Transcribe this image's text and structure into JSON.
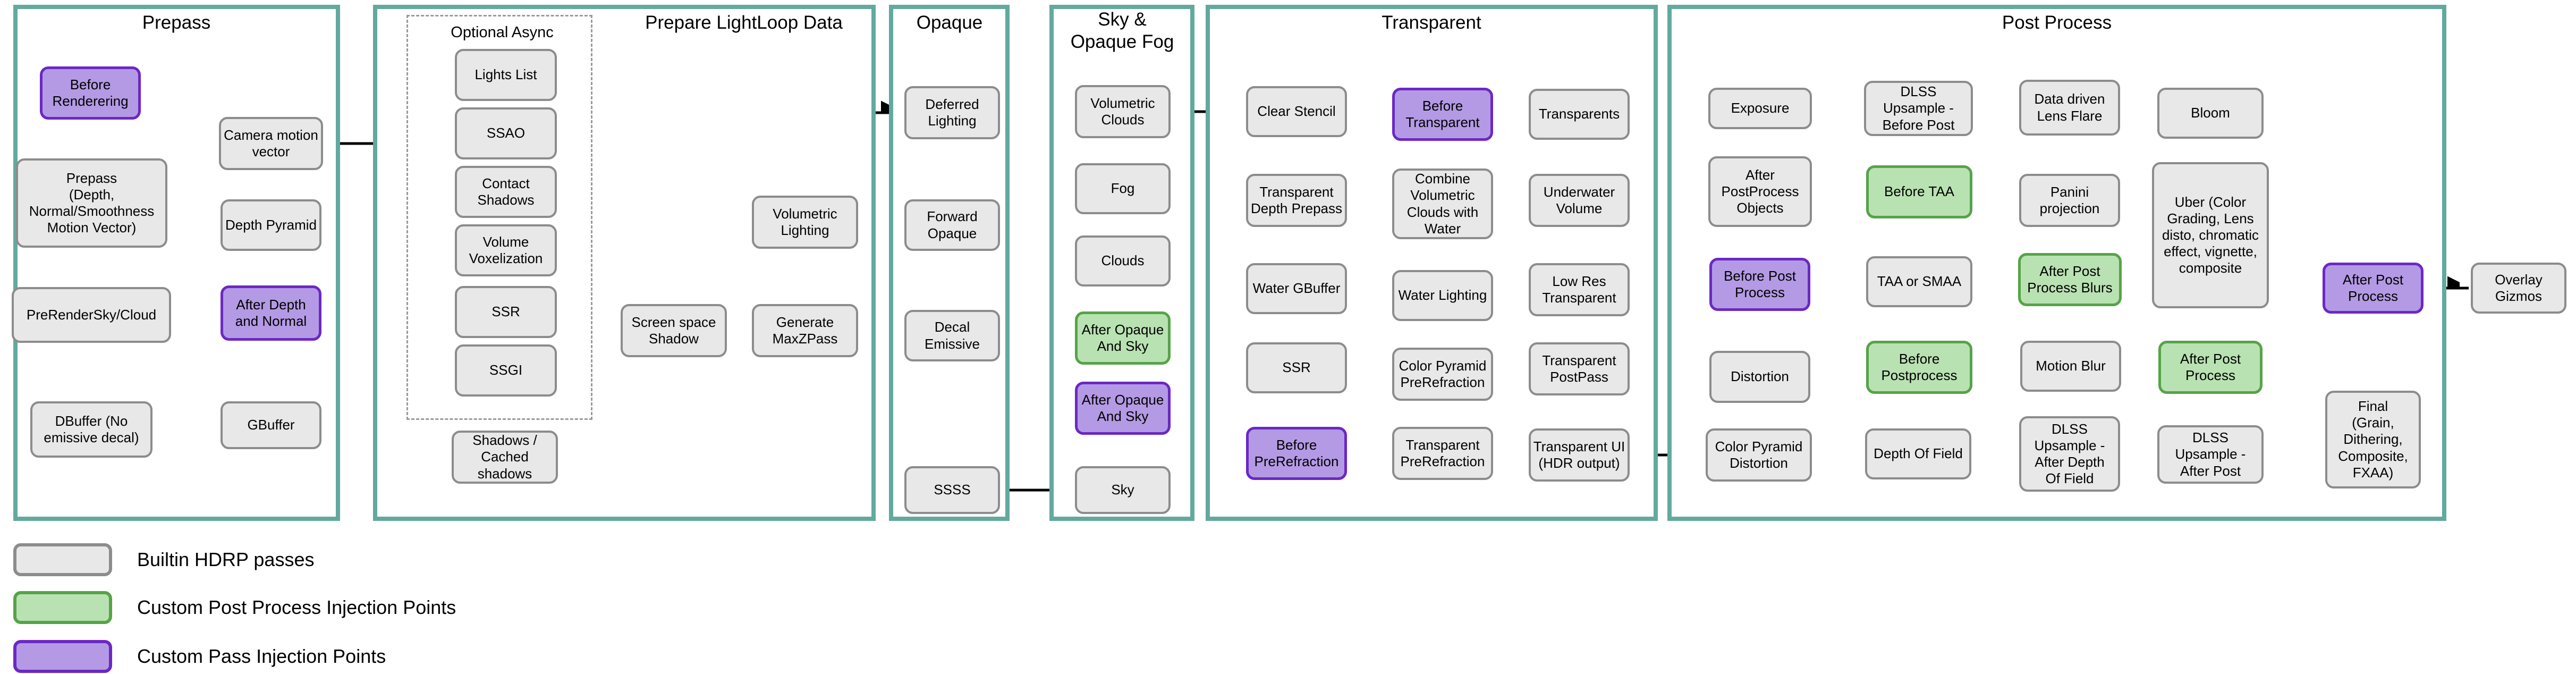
{
  "sections": [
    {
      "id": "prepass",
      "title": "Prepass"
    },
    {
      "id": "lightloop",
      "title": "Prepare LightLoop Data"
    },
    {
      "id": "opaque",
      "title": "Opaque"
    },
    {
      "id": "skyfog",
      "title": "Sky &\nOpaque Fog"
    },
    {
      "id": "transparent",
      "title": "Transparent"
    },
    {
      "id": "postprocess",
      "title": "Post Process"
    }
  ],
  "groups": [
    {
      "id": "optional-async",
      "label": "Optional Async"
    }
  ],
  "nodes": [
    {
      "id": "br",
      "section": "prepass",
      "type": "custom-pass",
      "label": "Before\nRenderering"
    },
    {
      "id": "prepassbox",
      "section": "prepass",
      "type": "builtin",
      "label": "Prepass\n(Depth,\nNormal/Smoothness\nMotion Vector)"
    },
    {
      "id": "prs",
      "section": "prepass",
      "type": "builtin",
      "label": "PreRenderSky/Cloud"
    },
    {
      "id": "dbuffer",
      "section": "prepass",
      "type": "builtin",
      "label": "DBuffer (No\nemissive decal)"
    },
    {
      "id": "gbuffer",
      "section": "prepass",
      "type": "builtin",
      "label": "GBuffer"
    },
    {
      "id": "adn",
      "section": "prepass",
      "type": "custom-pass",
      "label": "After Depth\nand Normal"
    },
    {
      "id": "dp",
      "section": "prepass",
      "type": "builtin",
      "label": "Depth Pyramid"
    },
    {
      "id": "cm",
      "section": "prepass",
      "type": "builtin",
      "label": "Camera motion\nvector"
    },
    {
      "id": "lights",
      "section": "lightloop",
      "type": "builtin",
      "label": "Lights List"
    },
    {
      "id": "ssao",
      "section": "lightloop",
      "type": "builtin",
      "label": "SSAO"
    },
    {
      "id": "contact",
      "section": "lightloop",
      "type": "builtin",
      "label": "Contact\nShadows"
    },
    {
      "id": "volvox",
      "section": "lightloop",
      "type": "builtin",
      "label": "Volume\nVoxelization"
    },
    {
      "id": "ssr1",
      "section": "lightloop",
      "type": "builtin",
      "label": "SSR"
    },
    {
      "id": "ssgi",
      "section": "lightloop",
      "type": "builtin",
      "label": "SSGI"
    },
    {
      "id": "shadows",
      "section": "lightloop",
      "type": "builtin",
      "label": "Shadows /\nCached\nshadows"
    },
    {
      "id": "sshadow",
      "section": "lightloop",
      "type": "builtin",
      "label": "Screen space\nShadow"
    },
    {
      "id": "gmz",
      "section": "lightloop",
      "type": "builtin",
      "label": "Generate\nMaxZPass"
    },
    {
      "id": "vl",
      "section": "lightloop",
      "type": "builtin",
      "label": "Volumetric\nLighting"
    },
    {
      "id": "dl",
      "section": "opaque",
      "type": "builtin",
      "label": "Deferred\nLighting"
    },
    {
      "id": "fo",
      "section": "opaque",
      "type": "builtin",
      "label": "Forward\nOpaque"
    },
    {
      "id": "de",
      "section": "opaque",
      "type": "builtin",
      "label": "Decal Emissive"
    },
    {
      "id": "ssss",
      "section": "opaque",
      "type": "builtin",
      "label": "SSSS"
    },
    {
      "id": "vc",
      "section": "skyfog",
      "type": "builtin",
      "label": "Volumetric\nClouds"
    },
    {
      "id": "fog",
      "section": "skyfog",
      "type": "builtin",
      "label": "Fog"
    },
    {
      "id": "clouds",
      "section": "skyfog",
      "type": "builtin",
      "label": "Clouds"
    },
    {
      "id": "aosg",
      "section": "skyfog",
      "type": "custom-post",
      "label": "After Opaque\nAnd Sky"
    },
    {
      "id": "aosp",
      "section": "skyfog",
      "type": "custom-pass",
      "label": "After Opaque\nAnd Sky"
    },
    {
      "id": "sky",
      "section": "skyfog",
      "type": "builtin",
      "label": "Sky"
    },
    {
      "id": "clearstencil",
      "section": "transparent",
      "type": "builtin",
      "label": "Clear Stencil"
    },
    {
      "id": "tdp",
      "section": "transparent",
      "type": "builtin",
      "label": "Transparent\nDepth Prepass"
    },
    {
      "id": "wgb",
      "section": "transparent",
      "type": "builtin",
      "label": "Water GBuffer"
    },
    {
      "id": "ssrt",
      "section": "transparent",
      "type": "builtin",
      "label": "SSR"
    },
    {
      "id": "bprf",
      "section": "transparent",
      "type": "custom-pass",
      "label": "Before\nPreRefraction"
    },
    {
      "id": "tprf",
      "section": "transparent",
      "type": "builtin",
      "label": "Transparent\nPreRefraction"
    },
    {
      "id": "cpp",
      "section": "transparent",
      "type": "builtin",
      "label": "Color Pyramid\nPreRefraction"
    },
    {
      "id": "wl",
      "section": "transparent",
      "type": "builtin",
      "label": "Water Lighting"
    },
    {
      "id": "cvw",
      "section": "transparent",
      "type": "builtin",
      "label": "Combine\nVolumetric\nClouds with\nWater"
    },
    {
      "id": "bt",
      "section": "transparent",
      "type": "custom-pass",
      "label": "Before\nTransparent"
    },
    {
      "id": "tr",
      "section": "transparent",
      "type": "builtin",
      "label": "Transparents"
    },
    {
      "id": "uv",
      "section": "transparent",
      "type": "builtin",
      "label": "Underwater\nVolume"
    },
    {
      "id": "lrt",
      "section": "transparent",
      "type": "builtin",
      "label": "Low Res\nTransparent"
    },
    {
      "id": "tpp",
      "section": "transparent",
      "type": "builtin",
      "label": "Transparent\nPostPass"
    },
    {
      "id": "tui",
      "section": "transparent",
      "type": "builtin",
      "label": "Transparent UI\n(HDR output)"
    },
    {
      "id": "cpd",
      "section": "postprocess",
      "type": "builtin",
      "label": "Color Pyramid\nDistortion"
    },
    {
      "id": "dist",
      "section": "postprocess",
      "type": "builtin",
      "label": "Distortion"
    },
    {
      "id": "bpproc",
      "section": "postprocess",
      "type": "custom-pass",
      "label": "Before Post\nProcess"
    },
    {
      "id": "appo",
      "section": "postprocess",
      "type": "builtin",
      "label": "After\nPostProcess\nObjects"
    },
    {
      "id": "exp",
      "section": "postprocess",
      "type": "builtin",
      "label": "Exposure"
    },
    {
      "id": "dlssbp",
      "section": "postprocess",
      "type": "builtin",
      "label": "DLSS\nUpsample -\nBefore Post"
    },
    {
      "id": "btaa",
      "section": "postprocess",
      "type": "custom-post",
      "label": "Before TAA"
    },
    {
      "id": "taa",
      "section": "postprocess",
      "type": "builtin",
      "label": "TAA or SMAA"
    },
    {
      "id": "bpp2",
      "section": "postprocess",
      "type": "custom-post",
      "label": "Before\nPostprocess"
    },
    {
      "id": "dof",
      "section": "postprocess",
      "type": "builtin",
      "label": "Depth Of Field"
    },
    {
      "id": "dlssadof",
      "section": "postprocess",
      "type": "builtin",
      "label": "DLSS\nUpsample -\nAfter Depth\nOf Field"
    },
    {
      "id": "mb",
      "section": "postprocess",
      "type": "builtin",
      "label": "Motion Blur"
    },
    {
      "id": "appb",
      "section": "postprocess",
      "type": "custom-post",
      "label": "After Post\nProcess Blurs"
    },
    {
      "id": "panini",
      "section": "postprocess",
      "type": "builtin",
      "label": "Panini\nprojection"
    },
    {
      "id": "ddlf",
      "section": "postprocess",
      "type": "builtin",
      "label": "Data driven\nLens Flare"
    },
    {
      "id": "bloom",
      "section": "postprocess",
      "type": "builtin",
      "label": "Bloom"
    },
    {
      "id": "uber",
      "section": "postprocess",
      "type": "builtin",
      "label": "Uber (Color\nGrading, Lens\ndisto, chromatic\neffect, vignette,\ncomposite"
    },
    {
      "id": "apg",
      "section": "postprocess",
      "type": "custom-post",
      "label": "After Post\nProcess"
    },
    {
      "id": "dlssap",
      "section": "postprocess",
      "type": "builtin",
      "label": "DLSS\nUpsample -\nAfter Post"
    },
    {
      "id": "final",
      "section": "postprocess",
      "type": "builtin",
      "label": "Final\n(Grain,\nDithering,\nComposite,\nFXAA)"
    },
    {
      "id": "appp",
      "section": "postprocess",
      "type": "custom-pass",
      "label": "After Post\nProcess"
    },
    {
      "id": "og",
      "section": "none",
      "type": "builtin",
      "label": "Overlay\nGizmos"
    }
  ],
  "edges": [
    {
      "from": "br",
      "to": "prepassbox"
    },
    {
      "from": "prepassbox",
      "to": "prs"
    },
    {
      "from": "prs",
      "to": "dbuffer"
    },
    {
      "from": "dbuffer",
      "to": "gbuffer"
    },
    {
      "from": "gbuffer",
      "to": "adn"
    },
    {
      "from": "adn",
      "to": "dp"
    },
    {
      "from": "dp",
      "to": "cm"
    },
    {
      "from": "sshadow",
      "to": "gmz"
    },
    {
      "from": "gmz",
      "to": "vl"
    },
    {
      "from": "dl",
      "to": "fo"
    },
    {
      "from": "fo",
      "to": "de"
    },
    {
      "from": "de",
      "to": "ssss"
    },
    {
      "from": "ssss",
      "to": "sky"
    },
    {
      "from": "sky",
      "to": "aosp"
    },
    {
      "from": "aosp",
      "to": "aosg"
    },
    {
      "from": "aosg",
      "to": "clouds"
    },
    {
      "from": "clouds",
      "to": "fog"
    },
    {
      "from": "fog",
      "to": "vc"
    },
    {
      "from": "vc",
      "to": "clearstencil"
    },
    {
      "from": "clearstencil",
      "to": "tdp"
    },
    {
      "from": "tdp",
      "to": "wgb"
    },
    {
      "from": "wgb",
      "to": "ssrt"
    },
    {
      "from": "ssrt",
      "to": "bprf"
    },
    {
      "from": "bprf",
      "to": "tprf"
    },
    {
      "from": "tprf",
      "to": "cpp"
    },
    {
      "from": "cpp",
      "to": "wl"
    },
    {
      "from": "wl",
      "to": "cvw"
    },
    {
      "from": "cvw",
      "to": "bt"
    },
    {
      "from": "bt",
      "to": "tr"
    },
    {
      "from": "tr",
      "to": "uv"
    },
    {
      "from": "uv",
      "to": "lrt"
    },
    {
      "from": "lrt",
      "to": "tpp"
    },
    {
      "from": "tpp",
      "to": "tui"
    },
    {
      "from": "tui",
      "to": "cpd"
    },
    {
      "from": "cpd",
      "to": "dist"
    },
    {
      "from": "dist",
      "to": "bpproc"
    },
    {
      "from": "bpproc",
      "to": "appo"
    },
    {
      "from": "appo",
      "to": "exp"
    },
    {
      "from": "exp",
      "to": "dlssbp"
    },
    {
      "from": "dlssbp",
      "to": "btaa"
    },
    {
      "from": "btaa",
      "to": "taa"
    },
    {
      "from": "taa",
      "to": "bpp2"
    },
    {
      "from": "bpp2",
      "to": "dof"
    },
    {
      "from": "dof",
      "to": "dlssadof"
    },
    {
      "from": "dlssadof",
      "to": "mb"
    },
    {
      "from": "mb",
      "to": "appb"
    },
    {
      "from": "appb",
      "to": "panini"
    },
    {
      "from": "panini",
      "to": "ddlf"
    },
    {
      "from": "ddlf",
      "to": "bloom"
    },
    {
      "from": "bloom",
      "to": "uber"
    },
    {
      "from": "uber",
      "to": "apg"
    },
    {
      "from": "apg",
      "to": "dlssap"
    },
    {
      "from": "final",
      "to": "appp"
    },
    {
      "from": "appp",
      "to": "og"
    }
  ],
  "legend": [
    {
      "label": "Builtin HDRP passes",
      "type": "builtin"
    },
    {
      "label": "Custom Post Process Injection Points",
      "type": "custom-post"
    },
    {
      "label": "Custom Pass Injection Points",
      "type": "custom-pass"
    }
  ],
  "colors": {
    "section_border": "#62a99e",
    "builtin_fill": "#e8e8e8",
    "builtin_border": "#8c8c8c",
    "custom_post_fill": "#b9e2b2",
    "custom_post_border": "#56a348",
    "custom_pass_fill": "#b49ae4",
    "custom_pass_border": "#6b28c4",
    "arrow": "#000000"
  }
}
